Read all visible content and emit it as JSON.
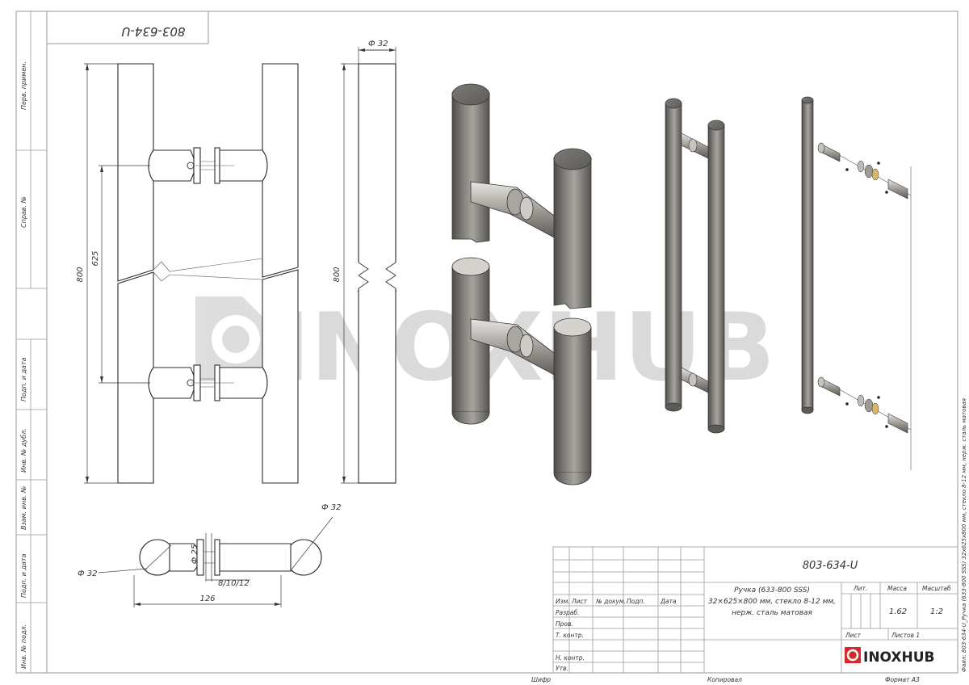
{
  "drawing_code": "803-634-U",
  "drawing_code_mirrored": "803-634-U",
  "side_labels": [
    "Перв. примен.",
    "Справ. №",
    "Подп. и дата",
    "Инв. № дубл.",
    "Взам. инв. №",
    "Подп. и дата",
    "Инв. № подл."
  ],
  "dims": {
    "d32_top": "Ф 32",
    "len800_left": "800",
    "len625": "625",
    "len800_side": "800",
    "d25": "Ф 25",
    "d32_left": "Ф 32",
    "d32_right": "Ф 32",
    "glass": "8/10/12",
    "width126": "126"
  },
  "watermark": "INOXHUB",
  "title_block": {
    "code": "803-634-U",
    "desc_line1": "Ручка (633-800 SSS)",
    "desc_line2": "32×625×800 мм, стекло 8-12 мм,",
    "desc_line3": "нерж. сталь матовая",
    "col_izm": "Изм.",
    "col_list": "Лист",
    "col_doc": "№ докум.",
    "col_sign": "Подп.",
    "col_date": "Дата",
    "row_razrab": "Разраб.",
    "row_prov": "Пров.",
    "row_tkontr": "Т. контр.",
    "row_nkontr": "Н. контр.",
    "row_utv": "Утв.",
    "lit_label": "Лит.",
    "mass_label": "Масса",
    "scale_label": "Масштаб",
    "mass_value": "1.62",
    "scale_value": "1:2",
    "sheet_label": "Лист",
    "sheets_label": "Листов 1",
    "logo": "INOXHUB",
    "bottom_shifr": "Шифр",
    "bottom_copied": "Копировал",
    "bottom_format": "Формат А3"
  },
  "file_note": "Файл: 803-634-U_Ручка (633-800 SSS) 32х625х800 мм, стекло 8-12 мм, нерж. сталь матовая",
  "colors": {
    "steel_dark": "#6a6864",
    "steel_light": "#c9c6c0",
    "logo_red": "#d42a2a"
  }
}
